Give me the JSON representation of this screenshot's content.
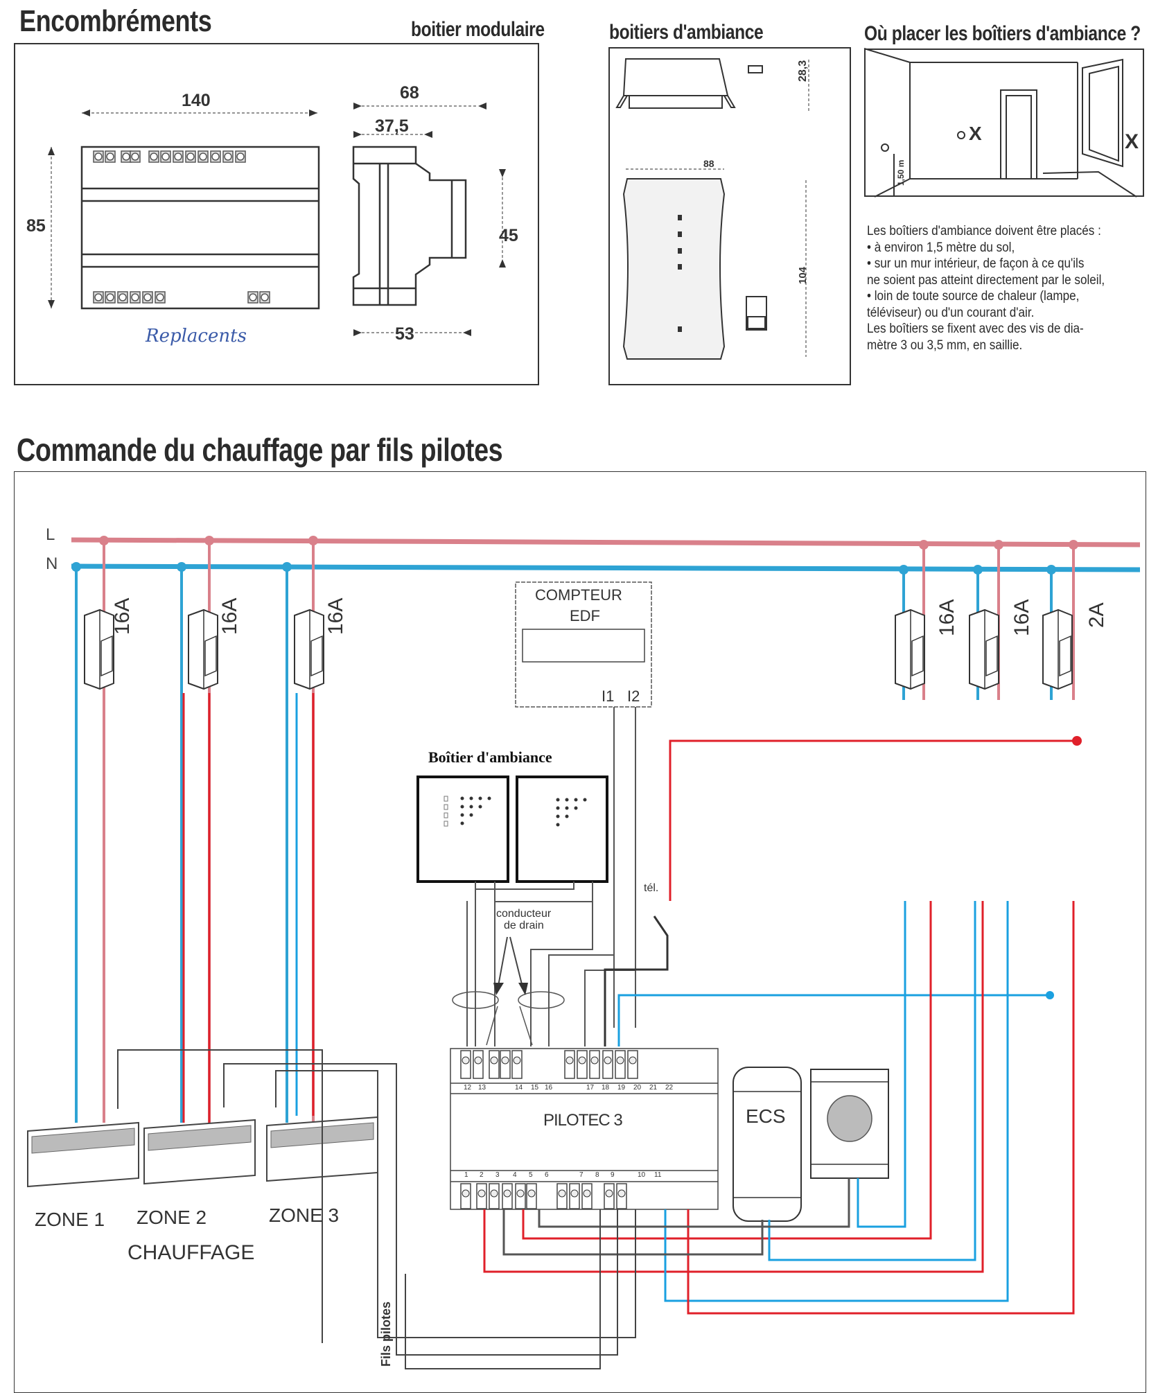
{
  "top": {
    "title": "Encombréments",
    "modular": {
      "heading": "boitier modulaire",
      "dims": {
        "width": "140",
        "height": "85",
        "depth_total": "68",
        "depth_front": "37,5",
        "front_height": "45",
        "depth_base": "53"
      },
      "handwriting": "Replacents"
    },
    "ambiance": {
      "heading": "boitiers d'ambiance",
      "dims": {
        "thickness": "28,3",
        "width": "88",
        "height": "104"
      }
    },
    "placement": {
      "heading": "Où placer les boîtiers d'ambiance ?",
      "height_label": "1,50 m",
      "notes": [
        "Les boîtiers d'ambiance doivent être placés :",
        "• à environ 1,5 mètre du sol,",
        "• sur un mur intérieur, de façon à ce qu'ils",
        "ne soient pas atteint directement par le soleil,",
        "• loin de toute source de chaleur (lampe,",
        "téléviseur) ou d'un courant d'air.",
        "Les boîtiers se fixent avec des vis de dia-",
        "mètre 3 ou 3,5 mm, en saillie."
      ]
    }
  },
  "diagram": {
    "title": "Commande du chauffage par fils pilotes",
    "bus_labels": {
      "line": "L",
      "neutral": "N"
    },
    "breakers_left": [
      "16A",
      "16A",
      "16A"
    ],
    "breakers_right": [
      "16A",
      "16A",
      "2A"
    ],
    "meter": {
      "label_line1": "COMPTEUR",
      "label_line2": "EDF",
      "terminal1": "I1",
      "terminal2": "I2"
    },
    "ambiance_label": "Boîtier d'ambiance",
    "drain_label_line1": "conducteur",
    "drain_label_line2": "de drain",
    "tel_label": "tél.",
    "controller": {
      "name": "PILOTEC 3",
      "top_terminals": [
        "12",
        "13",
        "14",
        "15",
        "16",
        "17",
        "18",
        "19",
        "20",
        "21",
        "22"
      ],
      "bottom_terminals": [
        "1",
        "2",
        "3",
        "4",
        "5",
        "6",
        "7",
        "8",
        "9",
        "10",
        "11"
      ]
    },
    "ecs_label": "ECS",
    "zones": [
      "ZONE 1",
      "ZONE 2",
      "ZONE 3"
    ],
    "heating_label": "CHAUFFAGE",
    "pilot_wires_label": "Fils pilotes",
    "colors": {
      "line": "#d9808a",
      "neutral": "#2ea3d4",
      "live_red": "#e0202a",
      "neutral_blue": "#1aa0e0",
      "wire_dark": "#444444"
    }
  }
}
